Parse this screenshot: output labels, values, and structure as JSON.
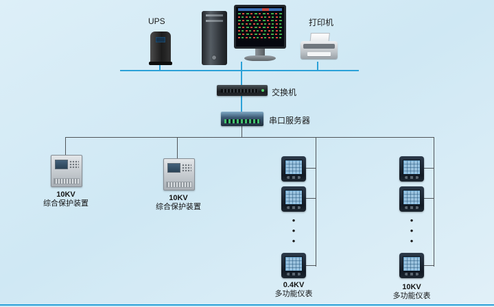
{
  "diagram": {
    "type": "network-topology",
    "nodes": {
      "ups": {
        "label": "UPS"
      },
      "printer": {
        "label": "打印机"
      },
      "switch": {
        "label": "交换机"
      },
      "serial_server": {
        "label": "串口服务器"
      },
      "protection_1": {
        "kv": "10KV",
        "name": "综合保护装置"
      },
      "protection_2": {
        "kv": "10KV",
        "name": "综合保护装置"
      },
      "meter_column_1": {
        "kv": "0.4KV",
        "name": "多功能仪表",
        "ellipsis": "•\n•\n•"
      },
      "meter_column_2": {
        "kv": "10KV",
        "name": "多功能仪表",
        "ellipsis": "•\n•\n•"
      }
    },
    "colors": {
      "bus": "#2ba1d8",
      "wire": "#4f5458"
    }
  }
}
